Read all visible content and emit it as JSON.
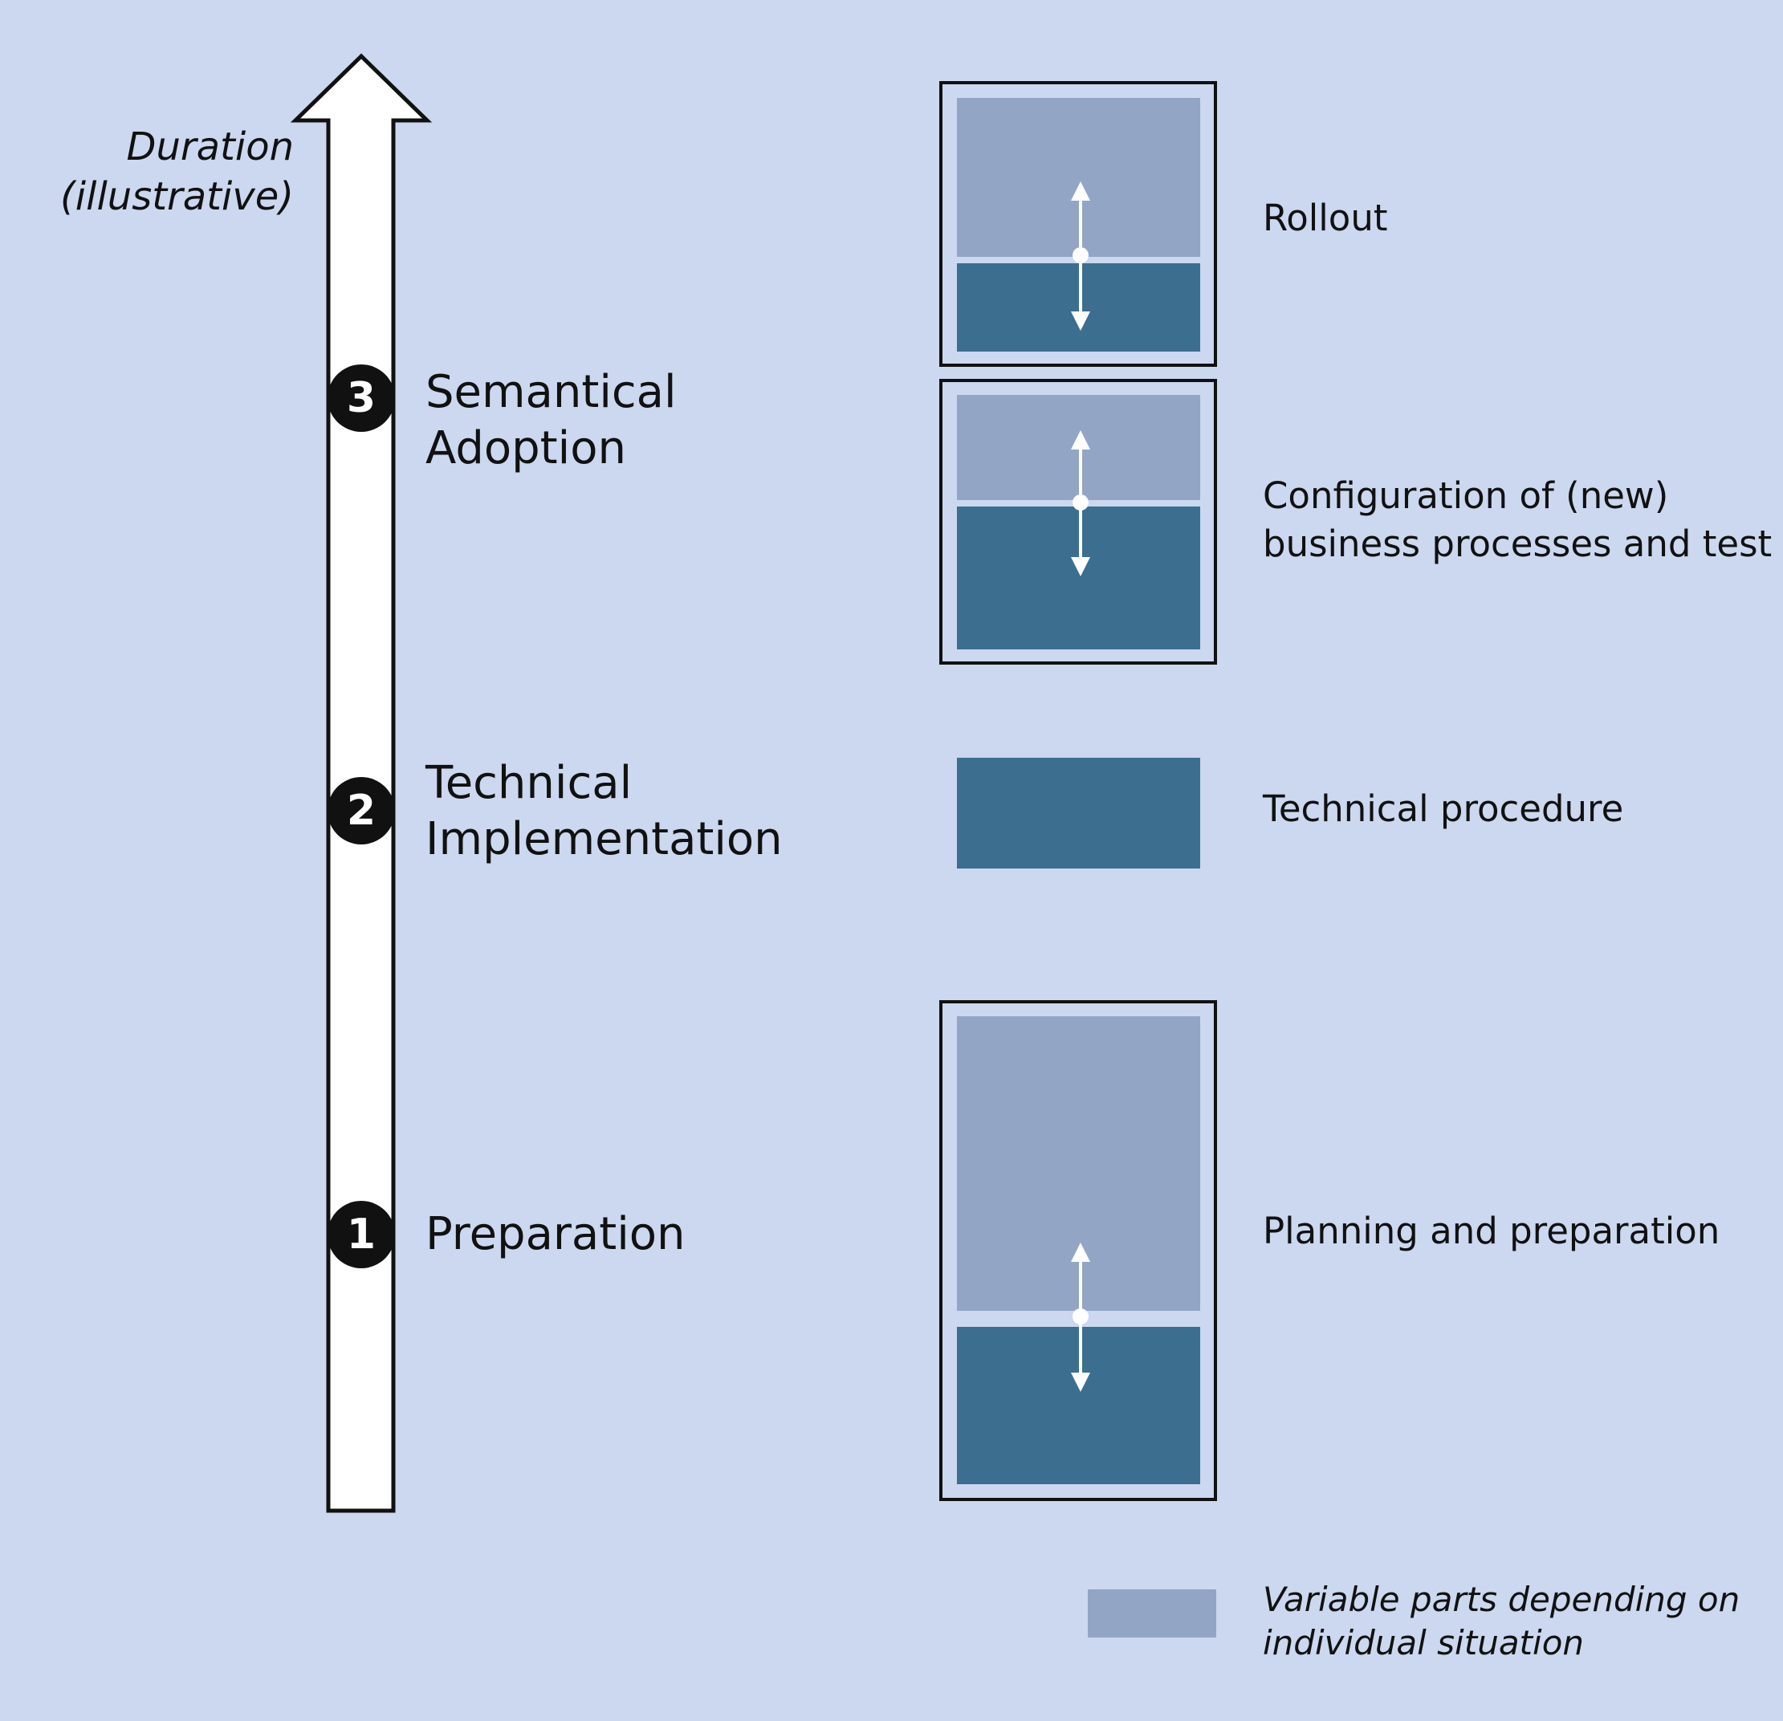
{
  "axis": {
    "label_line1": "Duration",
    "label_line2": "(illustrative)"
  },
  "phases": [
    {
      "number": "1",
      "label_line1": "Preparation",
      "label_line2": ""
    },
    {
      "number": "2",
      "label_line1": "Technical",
      "label_line2": "Implementation"
    },
    {
      "number": "3",
      "label_line1": "Semantical",
      "label_line2": "Adoption"
    }
  ],
  "steps": {
    "rollout": "Rollout",
    "configuration_line1": "Configuration of (new)",
    "configuration_line2": "business processes and test",
    "technical_procedure": "Technical procedure",
    "planning": "Planning and preparation"
  },
  "legend": {
    "label_line1": "Variable parts depending on",
    "label_line2": "individual situation"
  },
  "colors": {
    "background": "#cbd8ef",
    "variable_part": "#92a5c5",
    "fixed_part": "#3b6e8f",
    "outline": "#111111",
    "badge": "#111111"
  }
}
